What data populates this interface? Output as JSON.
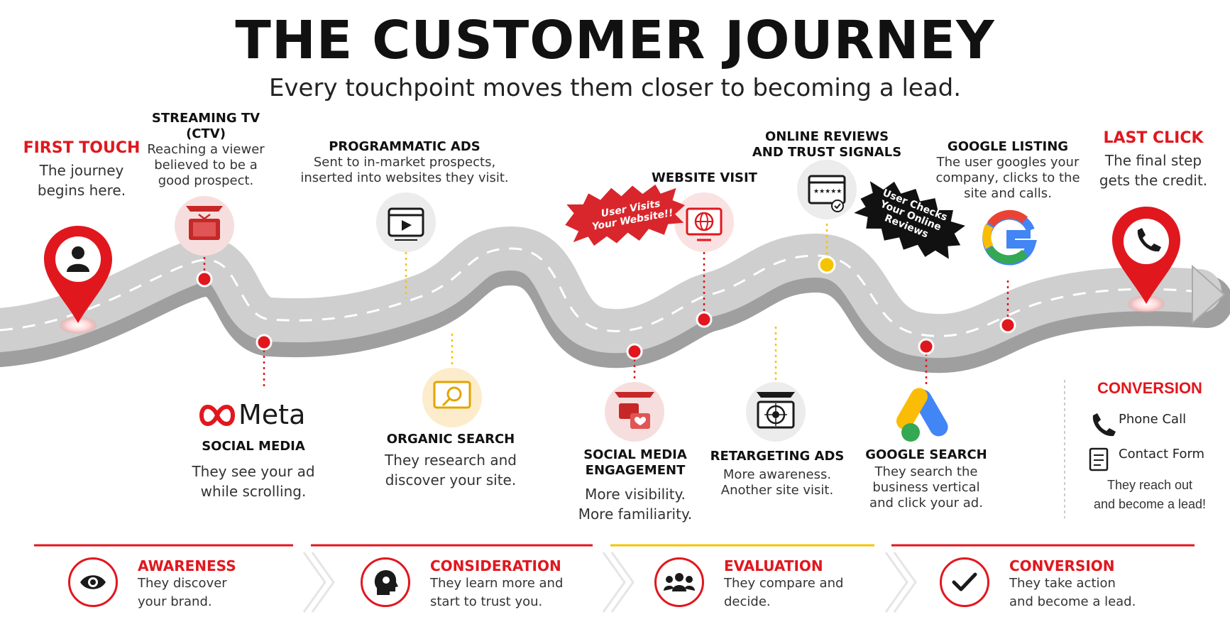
{
  "header": {
    "title": "THE CUSTOMER JOURNEY",
    "subtitle": "Every touchpoint moves them closer to becoming a lead."
  },
  "touchpoints": {
    "first_touch": {
      "title": "FIRST TOUCH",
      "desc1": "The journey",
      "desc2": "begins here."
    },
    "ctv": {
      "title1": "STREAMING TV",
      "title2": "(CTV)",
      "desc1": "Reaching a viewer",
      "desc2": "believed to be a",
      "desc3": "good prospect."
    },
    "programmatic": {
      "title": "PROGRAMMATIC ADS",
      "desc1": "Sent to in-market prospects,",
      "desc2": "inserted into websites they visit."
    },
    "website": {
      "title": "WEBSITE VISIT",
      "burst": "User Visits Your Website!!"
    },
    "reviews": {
      "title1": "ONLINE REVIEWS",
      "title2": "AND TRUST SIGNALS",
      "burst1": "User Checks",
      "burst2": "Your Online",
      "burst3": "Reviews"
    },
    "google_listing": {
      "title": "GOOGLE LISTING",
      "desc1": "The user googles your",
      "desc2": "company, clicks to the",
      "desc3": "site and calls."
    },
    "last_click": {
      "title": "LAST CLICK",
      "desc1": "The final step",
      "desc2": "gets the credit."
    },
    "social": {
      "logo": "Meta",
      "title": "SOCIAL MEDIA",
      "desc1": "They see your ad",
      "desc2": "while scrolling."
    },
    "organic": {
      "title": "ORGANIC SEARCH",
      "desc1": "They research and",
      "desc2": "discover your site."
    },
    "engagement": {
      "title1": "SOCIAL MEDIA",
      "title2": "ENGAGEMENT",
      "desc1": "More visibility.",
      "desc2": "More familiarity."
    },
    "retargeting": {
      "title": "RETARGETING ADS",
      "desc1": "More awareness.",
      "desc2": "Another site visit."
    },
    "google_search": {
      "title": "GOOGLE SEARCH",
      "desc1": "They search the",
      "desc2": "business vertical",
      "desc3": "and click your ad."
    },
    "conversion_box": {
      "title": "CONVERSION",
      "item1": "Phone Call",
      "item2": "Contact Form",
      "desc1": "They reach out",
      "desc2": "and become a lead!"
    }
  },
  "stages": [
    {
      "title": "AWARENESS",
      "desc1": "They discover",
      "desc2": "your brand.",
      "icon": "eye-icon"
    },
    {
      "title": "CONSIDERATION",
      "desc1": "They learn more and",
      "desc2": "start to trust you.",
      "icon": "head-icon"
    },
    {
      "title": "EVALUATION",
      "desc1": "They compare and",
      "desc2": "decide.",
      "icon": "group-icon"
    },
    {
      "title": "CONVERSION",
      "desc1": "They take action",
      "desc2": "and become a lead.",
      "icon": "checkmark-icon"
    }
  ],
  "colors": {
    "red": "#e1171e",
    "yellow": "#f5c400",
    "road": "#c9c9c9",
    "dark": "#111111"
  }
}
